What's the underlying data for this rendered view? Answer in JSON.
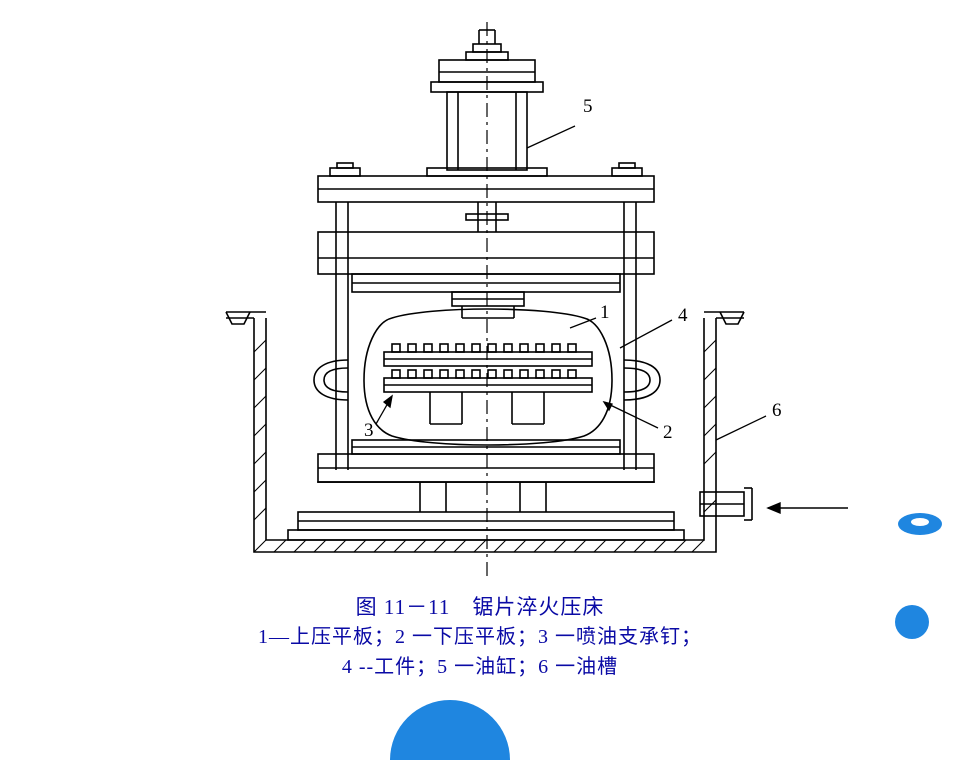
{
  "figure": {
    "title": "图 11－11　锯片淬火压床",
    "legend_line1": "1—上压平板；2 一下压平板；3 一喷油支承钉；",
    "legend_line2": "4 --工件；5 一油缸；6 一油槽",
    "callouts": [
      {
        "id": "5",
        "label": "5"
      },
      {
        "id": "1",
        "label": "1"
      },
      {
        "id": "4",
        "label": "4"
      },
      {
        "id": "6",
        "label": "6"
      },
      {
        "id": "3",
        "label": "3"
      },
      {
        "id": "2",
        "label": "2"
      }
    ],
    "caption_color": "#0a0aa5",
    "line_color": "#000000",
    "accent_color": "#1f86e0"
  }
}
